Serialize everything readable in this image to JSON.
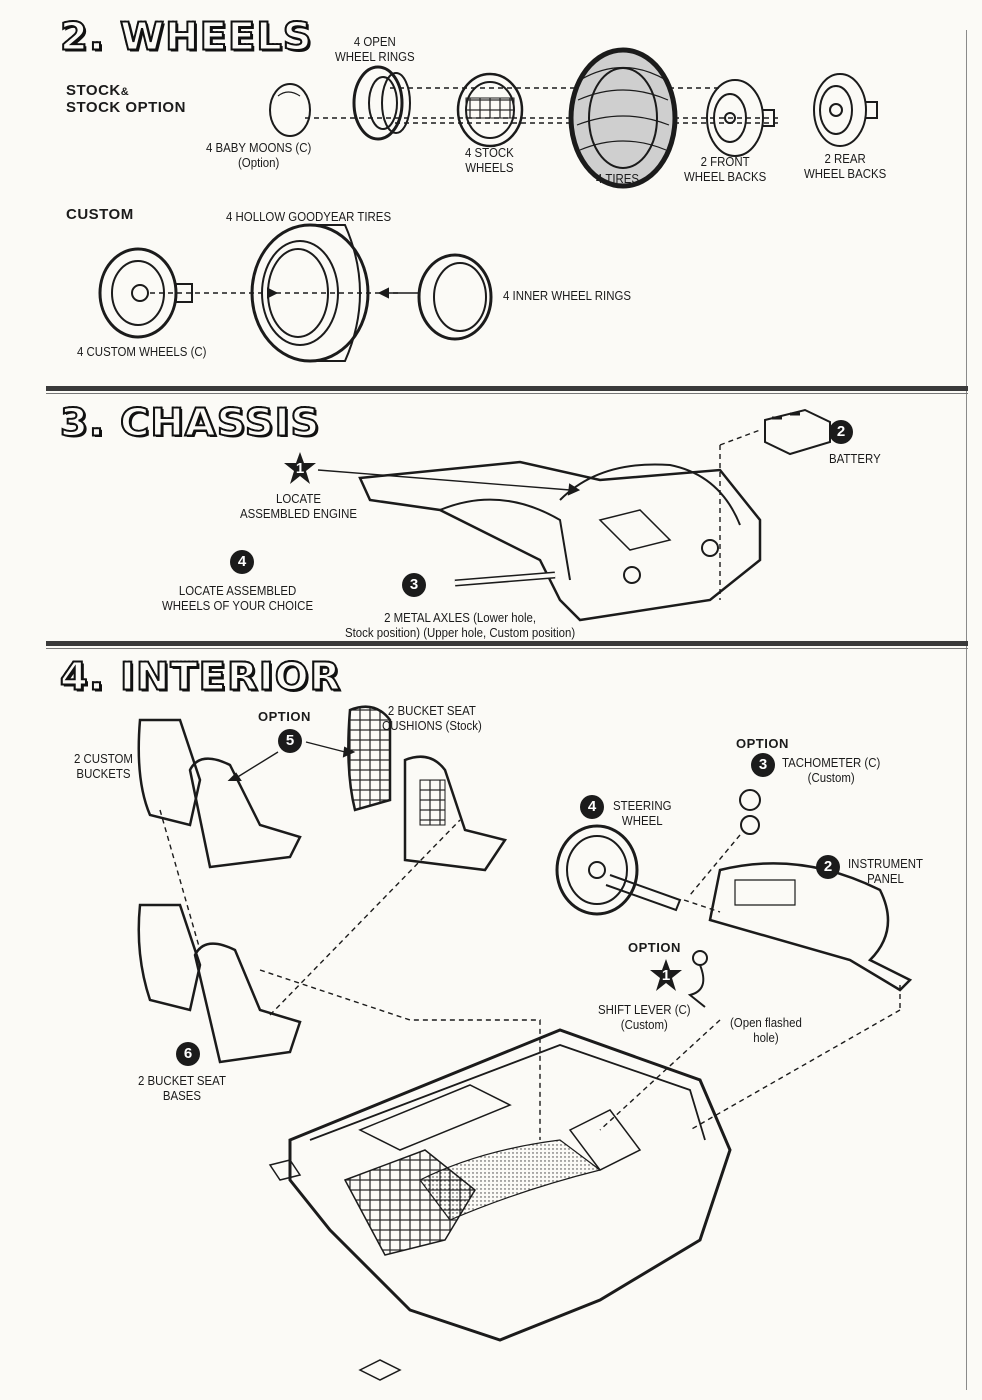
{
  "wheels": {
    "number": "2.",
    "title": "WHEELS",
    "stock_label_line1": "STOCK",
    "stock_label_amp": "&",
    "stock_label_line2": "STOCK OPTION",
    "custom_label": "CUSTOM",
    "parts": {
      "open_rings": "4 OPEN\nWHEEL RINGS",
      "baby_moons": "4 BABY MOONS (C)\n(Option)",
      "stock_wheels": "4 STOCK\nWHEELS",
      "tires": "4 TIRES",
      "front_backs": "2 FRONT\nWHEEL BACKS",
      "rear_backs": "2 REAR\nWHEEL BACKS",
      "hollow_tires": "4 HOLLOW GOODYEAR TIRES",
      "inner_rings": "4 INNER WHEEL RINGS",
      "custom_wheels": "4 CUSTOM WHEELS (C)"
    }
  },
  "chassis": {
    "number": "3.",
    "title": "CHASSIS",
    "steps": [
      {
        "n": "1",
        "text": "LOCATE\nASSEMBLED ENGINE"
      },
      {
        "n": "2",
        "text": "BATTERY"
      },
      {
        "n": "3",
        "text": "2 METAL AXLES (Lower hole,\nStock position) (Upper hole, Custom position)"
      },
      {
        "n": "4",
        "text": "LOCATE ASSEMBLED\nWHEELS OF YOUR CHOICE"
      }
    ]
  },
  "interior": {
    "number": "4.",
    "title": "INTERIOR",
    "option_word": "OPTION",
    "steps": [
      {
        "n": "1",
        "text": "SHIFT LEVER (C)\n(Custom)"
      },
      {
        "n": "2",
        "text": "INSTRUMENT\nPANEL"
      },
      {
        "n": "3",
        "text": "TACHOMETER (C)\n(Custom)"
      },
      {
        "n": "4",
        "text": "STEERING\nWHEEL"
      },
      {
        "n": "5",
        "text": "2 BUCKET SEAT\nCUSHIONS (Stock)"
      },
      {
        "n": "6",
        "text": "2 BUCKET SEAT\nBASES"
      }
    ],
    "custom_buckets": "2 CUSTOM\nBUCKETS",
    "flashed_hole": "(Open flashed\nhole)"
  }
}
